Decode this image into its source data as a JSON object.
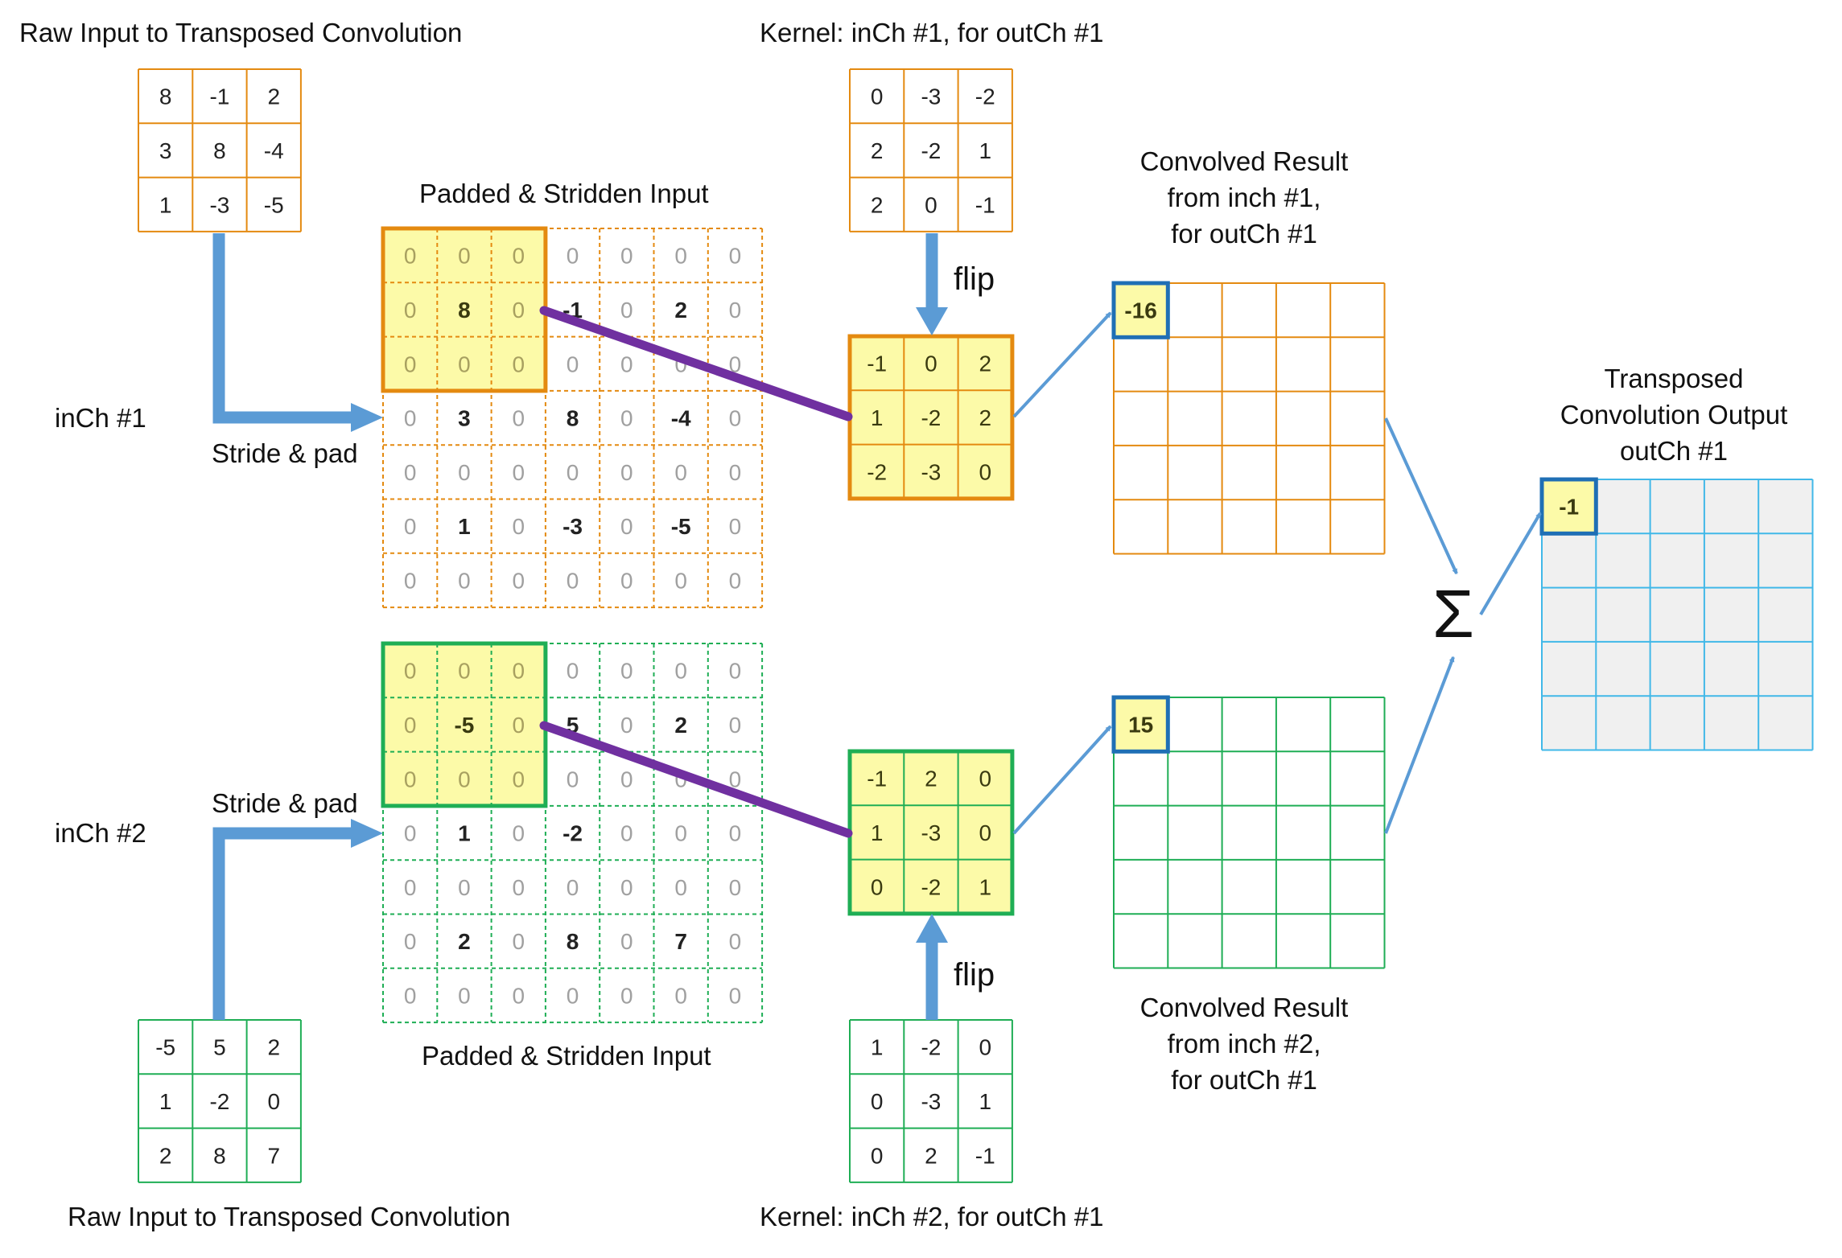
{
  "labels": {
    "raw_input_top": "Raw Input to Transposed Convolution",
    "raw_input_bottom": "Raw Input to Transposed Convolution",
    "kernel_top": "Kernel: inCh #1, for outCh #1",
    "kernel_bottom": "Kernel: inCh #2, for outCh #1",
    "padded_top": "Padded & Stridden Input",
    "padded_bottom": "Padded & Stridden Input",
    "flip": "flip",
    "stride_pad": "Stride & pad",
    "inch1": "inCh #1",
    "inch2": "inCh #2",
    "result1": [
      "Convolved Result",
      "from inch #1,",
      "for outCh #1"
    ],
    "result2": [
      "Convolved Result",
      "from inch #2,",
      "for outCh #1"
    ],
    "output": [
      "Transposed",
      "Convolution Output",
      "outCh #1"
    ],
    "sum_symbol": "Σ"
  },
  "colors": {
    "orange": "#e48a10",
    "green": "#1fae55",
    "blue_arrow": "#5b9bd5",
    "highlight_blue": "#1f6fb5",
    "purple": "#7030a0",
    "yellow": "#fcfaa8",
    "cyan": "#41b8e8",
    "gray_fill": "#f0f0f0",
    "zero_text": "#a0a0a0"
  },
  "ch1": {
    "raw": [
      [
        "8",
        "-1",
        "2"
      ],
      [
        "3",
        "8",
        "-4"
      ],
      [
        "1",
        "-3",
        "-5"
      ]
    ],
    "kernel": [
      [
        "0",
        "-3",
        "-2"
      ],
      [
        "2",
        "-2",
        "1"
      ],
      [
        "2",
        "0",
        "-1"
      ]
    ],
    "flipped": [
      [
        "-1",
        "0",
        "2"
      ],
      [
        "1",
        "-2",
        "2"
      ],
      [
        "-2",
        "-3",
        "0"
      ]
    ],
    "padded": [
      [
        "0",
        "0",
        "0",
        "0",
        "0",
        "0",
        "0"
      ],
      [
        "0",
        "8",
        "0",
        "-1",
        "0",
        "2",
        "0"
      ],
      [
        "0",
        "0",
        "0",
        "0",
        "0",
        "0",
        "0"
      ],
      [
        "0",
        "3",
        "0",
        "8",
        "0",
        "-4",
        "0"
      ],
      [
        "0",
        "0",
        "0",
        "0",
        "0",
        "0",
        "0"
      ],
      [
        "0",
        "1",
        "0",
        "-3",
        "0",
        "-5",
        "0"
      ],
      [
        "0",
        "0",
        "0",
        "0",
        "0",
        "0",
        "0"
      ]
    ],
    "result_first": "-16"
  },
  "ch2": {
    "raw": [
      [
        "-5",
        "5",
        "2"
      ],
      [
        "1",
        "-2",
        "0"
      ],
      [
        "2",
        "8",
        "7"
      ]
    ],
    "kernel": [
      [
        "1",
        "-2",
        "0"
      ],
      [
        "0",
        "-3",
        "1"
      ],
      [
        "0",
        "2",
        "-1"
      ]
    ],
    "flipped": [
      [
        "-1",
        "2",
        "0"
      ],
      [
        "1",
        "-3",
        "0"
      ],
      [
        "0",
        "-2",
        "1"
      ]
    ],
    "padded": [
      [
        "0",
        "0",
        "0",
        "0",
        "0",
        "0",
        "0"
      ],
      [
        "0",
        "-5",
        "0",
        "5",
        "0",
        "2",
        "0"
      ],
      [
        "0",
        "0",
        "0",
        "0",
        "0",
        "0",
        "0"
      ],
      [
        "0",
        "1",
        "0",
        "-2",
        "0",
        "0",
        "0"
      ],
      [
        "0",
        "0",
        "0",
        "0",
        "0",
        "0",
        "0"
      ],
      [
        "0",
        "2",
        "0",
        "8",
        "0",
        "7",
        "0"
      ],
      [
        "0",
        "0",
        "0",
        "0",
        "0",
        "0",
        "0"
      ]
    ],
    "result_first": "15"
  },
  "output_first": "-1"
}
